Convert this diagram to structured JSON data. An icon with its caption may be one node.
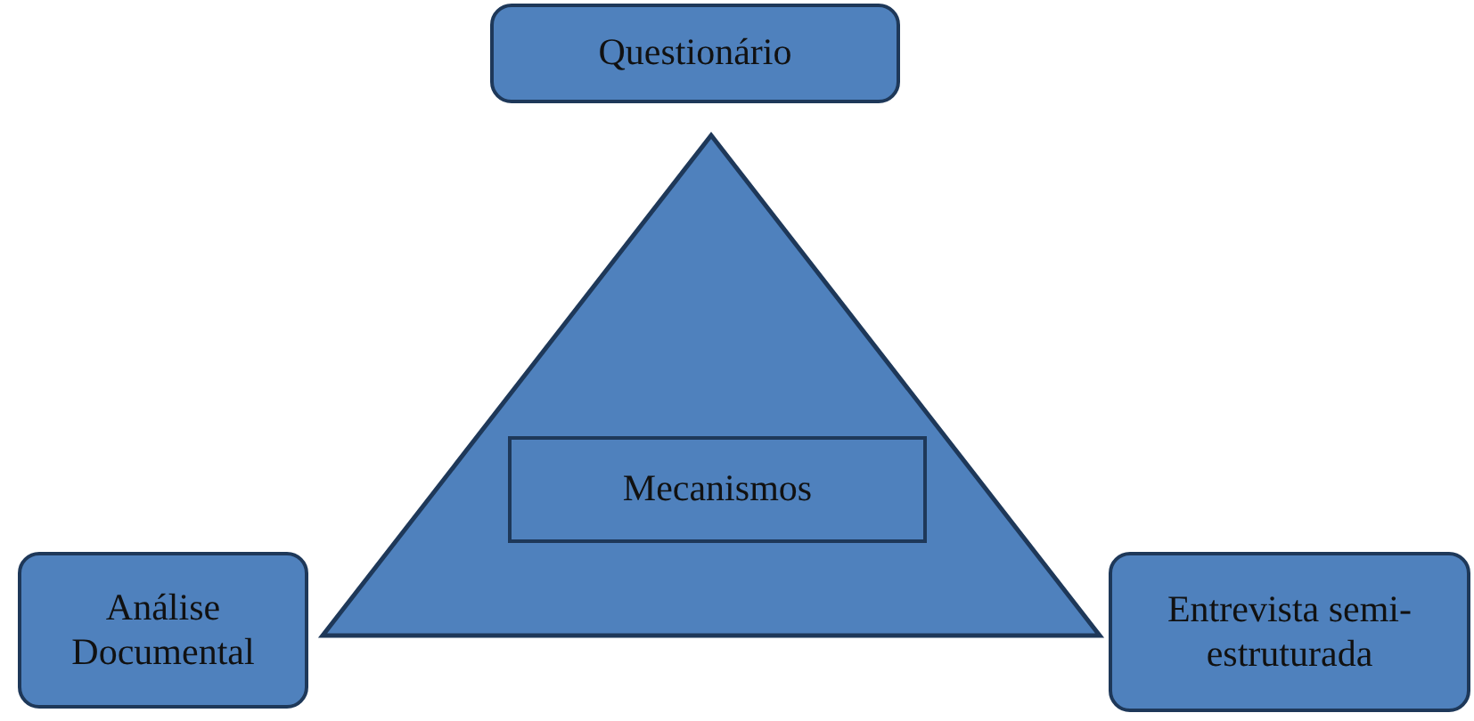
{
  "diagram": {
    "nodes": [
      {
        "text": [
          "Questionário"
        ]
      },
      {
        "text": [],
        "shape": "triangle"
      },
      {
        "text": [
          "Mecanismos"
        ],
        "in": 1
      },
      {
        "text": [
          "Análise Documental"
        ]
      },
      {
        "text": [
          "Entrevista semi-estruturada"
        ]
      }
    ]
  }
}
